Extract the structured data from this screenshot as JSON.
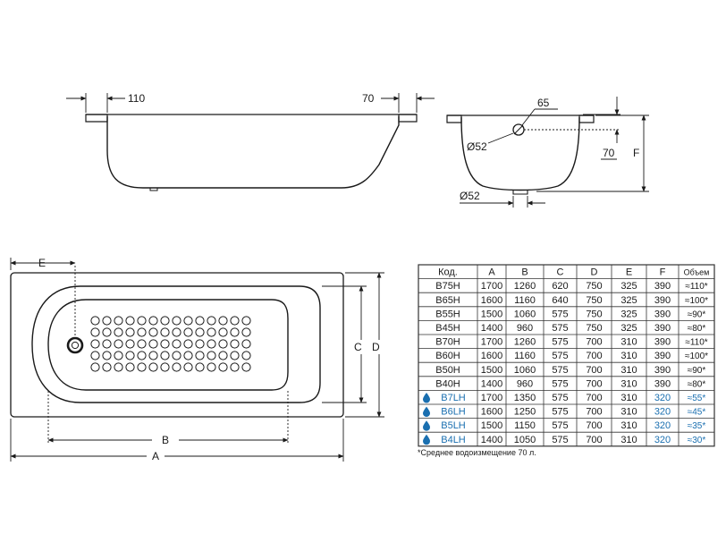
{
  "colors": {
    "line": "#1a1a1a",
    "accent_lh": "#1a6fb0",
    "table_border": "#333333"
  },
  "side_view": {
    "left_rim_label": "110",
    "right_rim_label": "70"
  },
  "end_view": {
    "overflow_offset_label": "65",
    "overflow_diameter_label": "Ø52",
    "overflow_height_label": "70",
    "height_letter": "F",
    "drain_diameter_label": "Ø52"
  },
  "plan_view": {
    "label_a": "A",
    "label_b": "B",
    "label_c": "C",
    "label_d": "D",
    "label_e": "E"
  },
  "table": {
    "headers": [
      "Код.",
      "A",
      "B",
      "C",
      "D",
      "E",
      "F",
      "Объем"
    ],
    "rows": [
      {
        "code": "B75H",
        "lh": false,
        "a": "1700",
        "b": "1260",
        "c": "620",
        "d": "750",
        "e": "325",
        "f": "390",
        "vol": "≈110*"
      },
      {
        "code": "B65H",
        "lh": false,
        "a": "1600",
        "b": "1160",
        "c": "640",
        "d": "750",
        "e": "325",
        "f": "390",
        "vol": "≈100*"
      },
      {
        "code": "B55H",
        "lh": false,
        "a": "1500",
        "b": "1060",
        "c": "575",
        "d": "750",
        "e": "325",
        "f": "390",
        "vol": "≈90*"
      },
      {
        "code": "B45H",
        "lh": false,
        "a": "1400",
        "b": "960",
        "c": "575",
        "d": "750",
        "e": "325",
        "f": "390",
        "vol": "≈80*"
      },
      {
        "code": "B70H",
        "lh": false,
        "a": "1700",
        "b": "1260",
        "c": "575",
        "d": "700",
        "e": "310",
        "f": "390",
        "vol": "≈110*"
      },
      {
        "code": "B60H",
        "lh": false,
        "a": "1600",
        "b": "1160",
        "c": "575",
        "d": "700",
        "e": "310",
        "f": "390",
        "vol": "≈100*"
      },
      {
        "code": "B50H",
        "lh": false,
        "a": "1500",
        "b": "1060",
        "c": "575",
        "d": "700",
        "e": "310",
        "f": "390",
        "vol": "≈90*"
      },
      {
        "code": "B40H",
        "lh": false,
        "a": "1400",
        "b": "960",
        "c": "575",
        "d": "700",
        "e": "310",
        "f": "390",
        "vol": "≈80*"
      },
      {
        "code": "B7LH",
        "lh": true,
        "a": "1700",
        "b": "1350",
        "c": "575",
        "d": "700",
        "e": "310",
        "f": "320",
        "vol": "≈55*"
      },
      {
        "code": "B6LH",
        "lh": true,
        "a": "1600",
        "b": "1250",
        "c": "575",
        "d": "700",
        "e": "310",
        "f": "320",
        "vol": "≈45*"
      },
      {
        "code": "B5LH",
        "lh": true,
        "a": "1500",
        "b": "1150",
        "c": "575",
        "d": "700",
        "e": "310",
        "f": "320",
        "vol": "≈35*"
      },
      {
        "code": "B4LH",
        "lh": true,
        "a": "1400",
        "b": "1050",
        "c": "575",
        "d": "700",
        "e": "310",
        "f": "320",
        "vol": "≈30*"
      }
    ],
    "footnote": "*Среднее водоизмещение 70 л."
  },
  "icons": {
    "lh_marker": "water-drop-icon"
  }
}
